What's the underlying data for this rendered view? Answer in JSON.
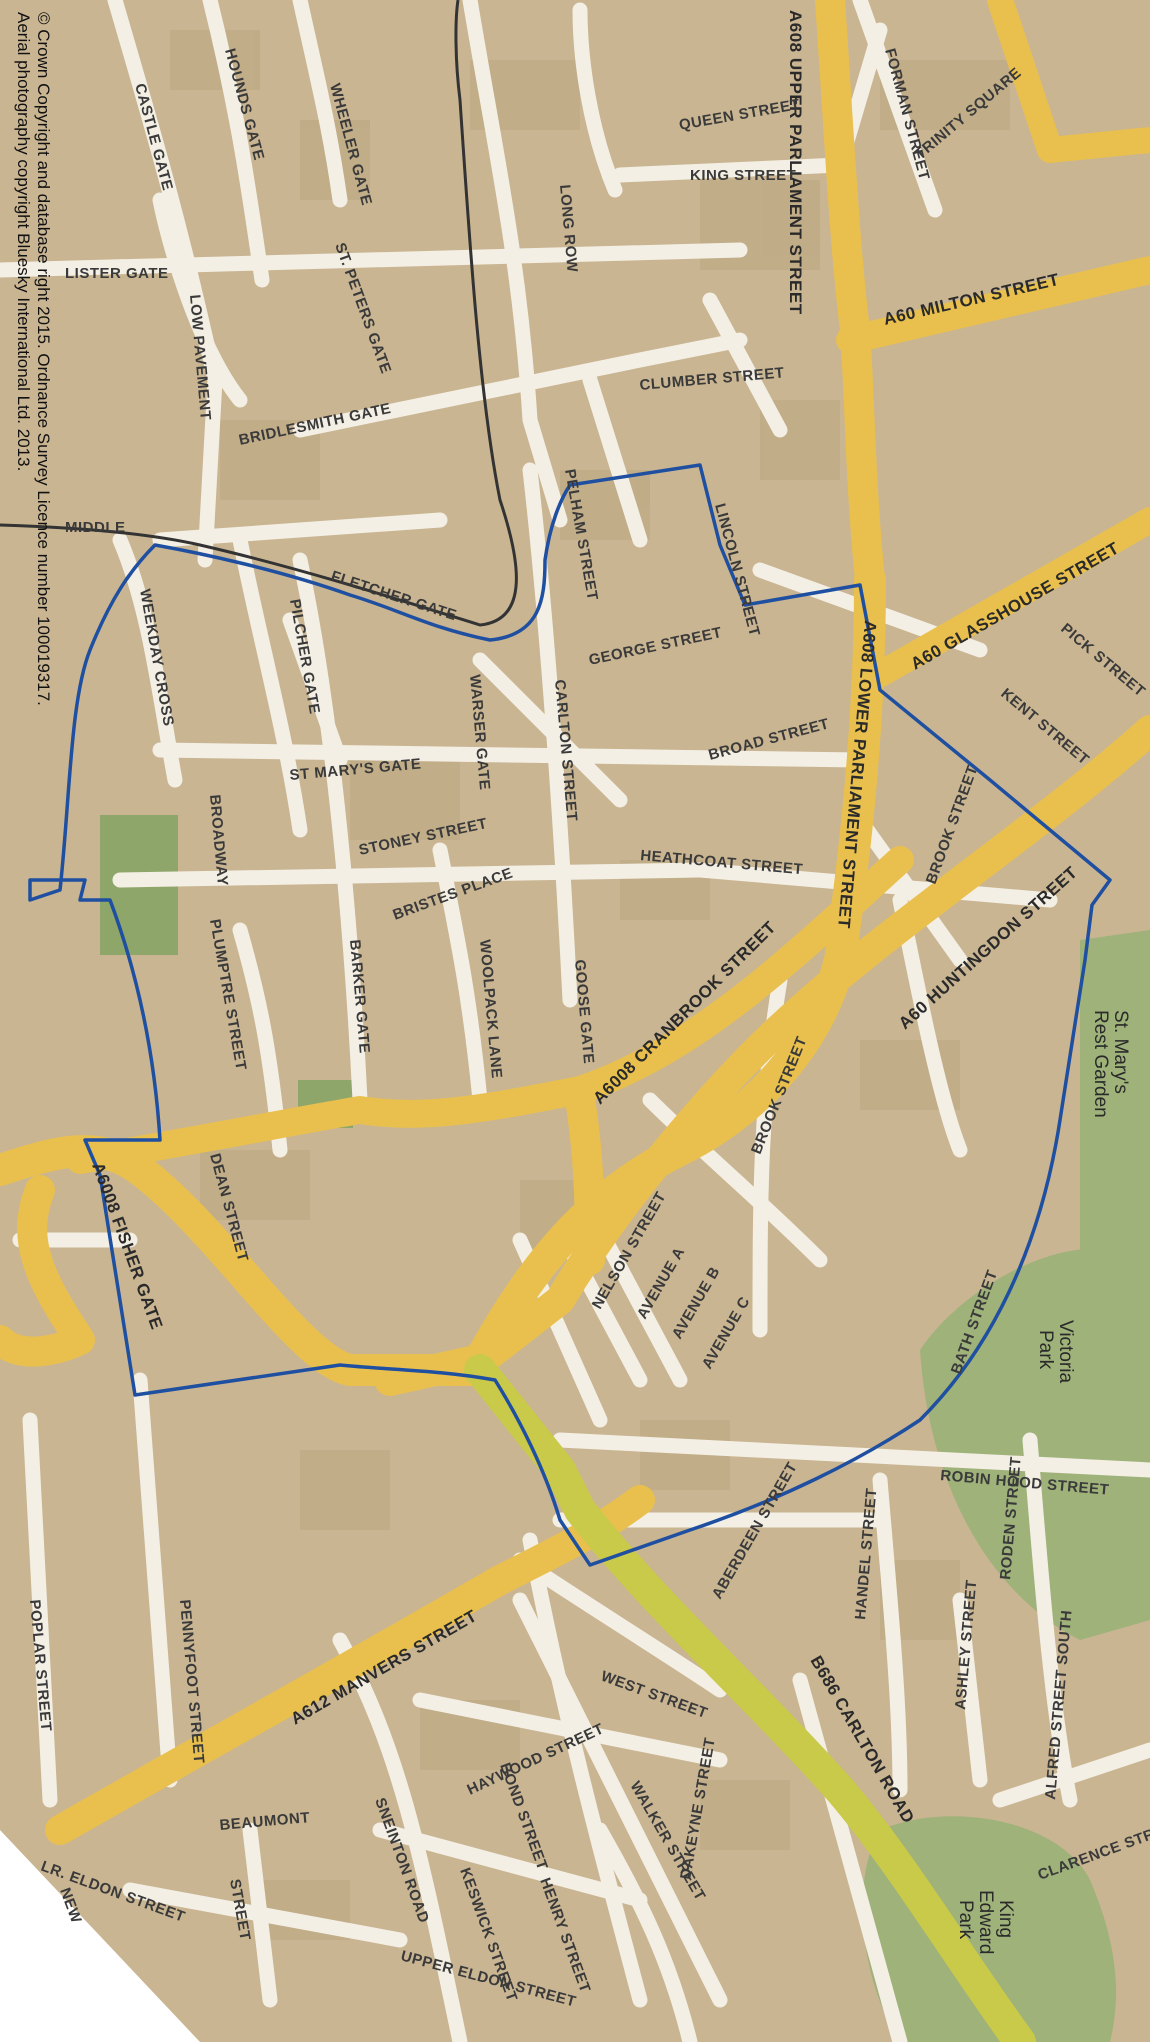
{
  "colors": {
    "background": "#c9b592",
    "minor_road": "#f4efe4",
    "major_road": "#e9c04e",
    "b_road": "#c9c94a",
    "park": "#9fb27a",
    "boundary": "#1f4fa0",
    "river": "#333333"
  },
  "copyright": {
    "line1": "© Crown Copyright and database right 2015. Ordnance Survey Licence number 100019317.",
    "line2": "Aerial photography copyright Bluesky International Ltd. 2013."
  },
  "parks": {
    "st_marys_line1": "St. Mary's",
    "st_marys_line2": "Rest Garden",
    "victoria_line1": "Victoria",
    "victoria_line2": "Park",
    "king_edward_line1": "King",
    "king_edward_line2": "Edward",
    "king_edward_line3": "Park"
  },
  "streets": {
    "a608_upper_parliament": "A608 UPPER PARLIAMENT STREET",
    "a608_lower_parliament": "A608 LOWER PARLIAMENT STREET",
    "a60_milton": "A60 MILTON STREET",
    "a60_glasshouse": "A60 GLASSHOUSE STREET",
    "a60_huntingdon": "A60 HUNTINGDON STREET",
    "a6008_cranbrook": "A6008 CRANBROOK STREET",
    "a6008_fisher_gate": "A6008 FISHER GATE",
    "a612_manvers": "A612 MANVERS STREET",
    "b686_carlton_road": "B686 CARLTON ROAD",
    "castle_gate": "CASTLE GATE",
    "houndsgate": "HOUNDS GATE",
    "wheeler_gate": "WHEELER GATE",
    "queen_street": "QUEEN STREET",
    "king_street": "KING STREET",
    "forman_street": "FORMAN STREET",
    "trinity_square": "TRINITY SQUARE",
    "lister_gate": "LISTER GATE",
    "low_pavement": "LOW PAVEMENT",
    "st_peters_gate": "ST. PETERS GATE",
    "long_row": "LONG ROW",
    "clumber_street": "CLUMBER STREET",
    "bridlesmith_gate": "BRIDLESMITH GATE",
    "pelham_street": "PELHAM STREET",
    "lincoln_street": "LINCOLN STREET",
    "fletcher_gate": "FLETCHER GATE",
    "middle": "MIDDLE",
    "george_street": "GEORGE STREET",
    "weekday_cross": "WEEKDAY CROSS",
    "pilcher_gate": "PILCHER GATE",
    "warser_gate": "WARSER GATE",
    "carlton_street": "CARLTON STREET",
    "broad_street": "BROAD STREET",
    "st_marys_gate": "ST MARY'S GATE",
    "kent_street": "KENT STREET",
    "pick_street": "PICK STREET",
    "broadway": "BROADWAY",
    "stoney_street": "STONEY STREET",
    "heathcoat_street": "HEATHCOAT STREET",
    "bristes_place": "BRISTES PLACE",
    "barker_gate": "BARKER GATE",
    "plumptre_street": "PLUMPTRE STREET",
    "woolpack_lane": "WOOLPACK LANE",
    "goose_gate": "GOOSE GATE",
    "brook_street": "BROOK STREET",
    "dean_street": "DEAN STREET",
    "brook_street_2": "BROOK STREET",
    "bath_street": "BATH STREET",
    "nelson_street": "NELSON STREET",
    "avenue_a": "AVENUE A",
    "avenue_b": "AVENUE B",
    "avenue_c": "AVENUE C",
    "robin_hood_street": "ROBIN HOOD STREET",
    "pennyfoot_street": "PENNYFOOT STREET",
    "aberdeen_street": "ABERDEEN STREET",
    "handel_street": "HANDEL STREET",
    "roden_street": "RODEN STREET",
    "poplar_street": "POPLAR STREET",
    "ashley_street": "ASHLEY STREET",
    "west_street": "WEST STREET",
    "alfred_street_south": "ALFRED STREET SOUTH",
    "sneinton_road": "SNEINTON ROAD",
    "bond_street": "BOND STREET",
    "haywood_street": "HAYWOOD STREET",
    "walker_street": "WALKER STREET",
    "beaumont_street": "BEAUMONT",
    "beaumont_street_2": "STREET",
    "keswick_street": "KESWICK STREET",
    "henry_street": "HENRY STREET",
    "dakeyne_street": "DAKEYNE STREET",
    "clarence_street": "CLARENCE STREET",
    "lr_eldon_street": "LR. ELDON STREET",
    "upper_eldon_street": "UPPER ELDON STREET",
    "new": "NEW"
  }
}
